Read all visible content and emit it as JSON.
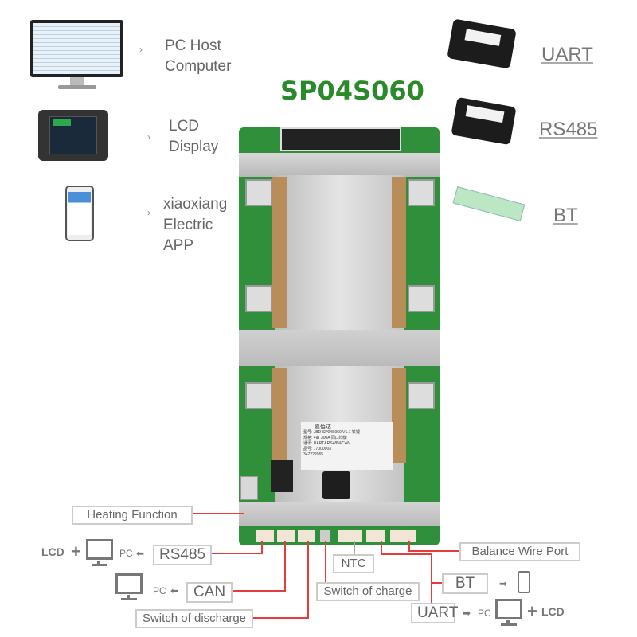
{
  "title": "SP04S060",
  "left_items": [
    {
      "label_lines": [
        "PC Host",
        "Computer"
      ],
      "icon": "monitor-software-icon"
    },
    {
      "label_lines": [
        "LCD",
        "Display"
      ],
      "icon": "lcd-display-icon"
    },
    {
      "label_lines": [
        "xiaoxiang",
        "Electric",
        "APP"
      ],
      "icon": "smartphone-app-icon"
    }
  ],
  "right_items": [
    {
      "label": "UART",
      "icon": "uart-box-icon"
    },
    {
      "label": "RS485",
      "icon": "rs485-box-icon"
    },
    {
      "label": "BT",
      "icon": "bt-module-icon"
    }
  ],
  "board_label": {
    "brand": "嘉佰达",
    "model": "型号: JBD-SP04S060 V1.1 铁锂",
    "spec": "规格: 4串 300A 同口均衡",
    "comm": "通讯: UART&RS485&CAN",
    "code": "品号: 17000003",
    "barcode": "347222065"
  },
  "callouts": {
    "heating": "Heating Function",
    "rs485": "RS485",
    "can": "CAN",
    "discharge": "Switch of discharge",
    "charge": "Switch of charge",
    "ntc": "NTC",
    "balance": "Balance Wire Port",
    "bt": "BT",
    "uart": "UART"
  },
  "small": {
    "pc": "PC",
    "lcd": "LCD",
    "plus": "+",
    "arrow_left": "⬅",
    "arrow_right": "➡",
    "chevron": "›"
  },
  "colors": {
    "accent": "#2a8a2a",
    "line": "#e53c3c",
    "pcb": "#2f8f3a"
  }
}
